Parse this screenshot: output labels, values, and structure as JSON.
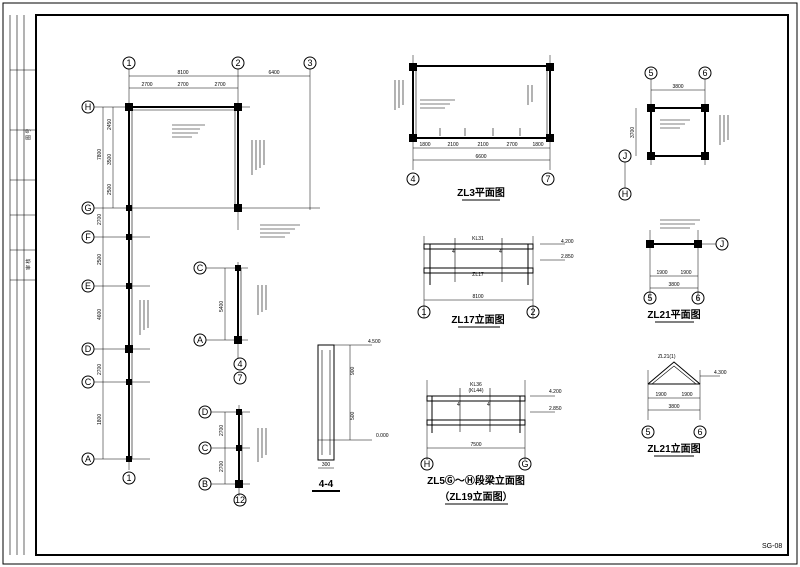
{
  "sheet_number": "SG-08",
  "title_block": {
    "side_label_a": "图 号",
    "side_label_b": "审 核"
  },
  "titles": {
    "zl3_plan": "ZL3平面图",
    "zl17_elev": "ZL17立面图",
    "zl5_elev": "ZL5Ⓖ～Ⓗ段梁立面图",
    "zl19_elev": "（ZL19立面图）",
    "zl21_plan": "ZL21平面图",
    "zl21_elev": "ZL21立面图",
    "section_44": "4-4"
  },
  "main_plan": {
    "axes_top": [
      "1",
      "2",
      "3"
    ],
    "axes_left": [
      "H",
      "G",
      "F",
      "E",
      "D",
      "C",
      "A"
    ],
    "axis_bottom": "1",
    "dims_top_total": [
      "8100",
      "6400"
    ],
    "dims_top_parts": [
      "2700",
      "2700",
      "2700"
    ],
    "dims_left": [
      "2450",
      "7800",
      "3500",
      "2500",
      "2700",
      "2500",
      "2700",
      "4600",
      "1800"
    ]
  },
  "small_c_a": {
    "axes_left": [
      "C",
      "A"
    ],
    "axes_bottom": [
      "4",
      "7"
    ],
    "dim": "5400"
  },
  "small_d_b": {
    "axes_left": [
      "D",
      "C",
      "B"
    ],
    "axis_bottom": "12",
    "dims": [
      "2700",
      "2700"
    ]
  },
  "section": {
    "level_top": "4.500",
    "level_bottom": "0.000",
    "dims": [
      "900",
      "500"
    ],
    "bottom_dim": "300"
  },
  "zl3": {
    "axes": [
      "4",
      "7"
    ],
    "dims_parts": [
      "1800",
      "2100",
      "2100",
      "2700",
      "1800"
    ],
    "dim_total": "6600"
  },
  "zl17": {
    "axes": [
      "1",
      "2"
    ],
    "dim": "8100",
    "levels": [
      "4.200",
      "2.850"
    ],
    "beam_labels": [
      "KL31",
      "ZL17"
    ],
    "section_mark": "4"
  },
  "zl5": {
    "axes": [
      "H",
      "G"
    ],
    "dim": "7500",
    "levels": [
      "4.200",
      "2.850"
    ],
    "beam_labels": [
      "KL36",
      "(KL44)"
    ],
    "section_mark": "4"
  },
  "zl5_plan_block": {
    "axes_top": [
      "5",
      "6"
    ],
    "axes_left": [
      "J",
      "H"
    ],
    "dim_top": "3800",
    "dim_left": "3700"
  },
  "zl21_plan_block": {
    "axis_right": "J",
    "axes_bottom": [
      "5",
      "6"
    ],
    "dims_parts": [
      "1900",
      "1900"
    ],
    "dim_total": "3800"
  },
  "zl21_elev_block": {
    "axes_bottom": [
      "5",
      "6"
    ],
    "level": "4.300",
    "dims_parts": [
      "1900",
      "1900"
    ],
    "dim_total": "3800",
    "beam_label": "ZL21(1)"
  }
}
